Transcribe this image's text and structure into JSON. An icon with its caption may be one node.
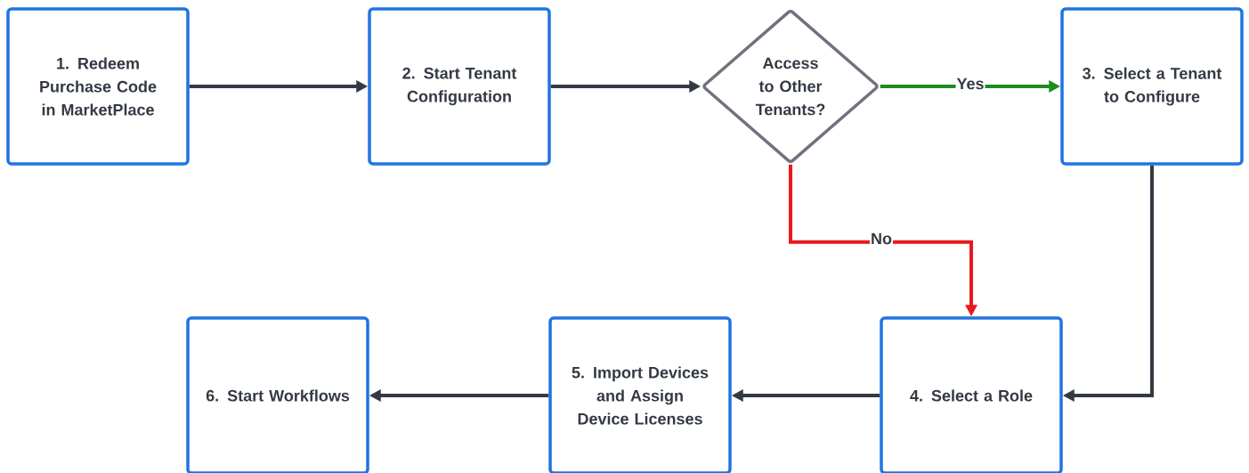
{
  "diagram": {
    "nodes": [
      {
        "text": [
          "1. Redeem Purchase Code in MarketPlace"
        ]
      },
      {
        "text": [
          "2. Start Tenant Configuration"
        ]
      },
      {
        "text": [
          "Access to Other Tenants?"
        ]
      },
      {
        "text": [
          "3. Select a Tenant to Configure"
        ]
      },
      {
        "text": [
          "4. Select a Role"
        ]
      },
      {
        "text": [
          "5. Import Devices and Assign Device Licenses"
        ]
      },
      {
        "text": [
          "6. Start Workflows"
        ]
      }
    ],
    "edges": [
      {
        "from": 0,
        "to": 1,
        "arrow": "to"
      },
      {
        "from": 1,
        "to": 2,
        "arrow": "to"
      },
      {
        "from": 2,
        "to": 3,
        "arrow": "to",
        "label": "Yes",
        "color": "#1e8c1e"
      },
      {
        "from": 2,
        "to": 4,
        "arrow": "to",
        "label": "No",
        "color": "#e8191c"
      },
      {
        "from": 3,
        "to": 4,
        "arrow": "to"
      },
      {
        "from": 4,
        "to": 5,
        "arrow": "to"
      },
      {
        "from": 5,
        "to": 6,
        "arrow": "to"
      }
    ]
  }
}
